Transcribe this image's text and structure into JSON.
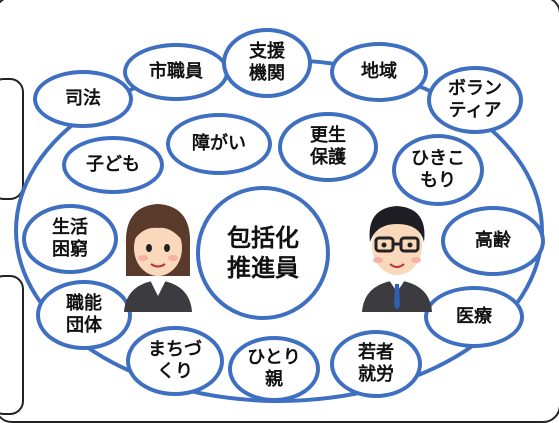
{
  "diagram": {
    "hub": "包括化\n推進員",
    "nodes": [
      "市職員",
      "支援\n機関",
      "地域",
      "ボラン\nティア",
      "司法",
      "障がい",
      "更生\n保護",
      "子ども",
      "ひきこ\nもり",
      "生活\n困窮",
      "高齢",
      "職能\n団体",
      "医療",
      "まちづ\nくり",
      "ひとり\n親",
      "若者\n就労"
    ]
  },
  "colors": {
    "ring_blue": "#3f6fc1",
    "suit_dark": "#3b3b40",
    "skin": "#f9d8bb"
  },
  "icons": [
    "woman-worker-icon",
    "man-worker-icon"
  ]
}
